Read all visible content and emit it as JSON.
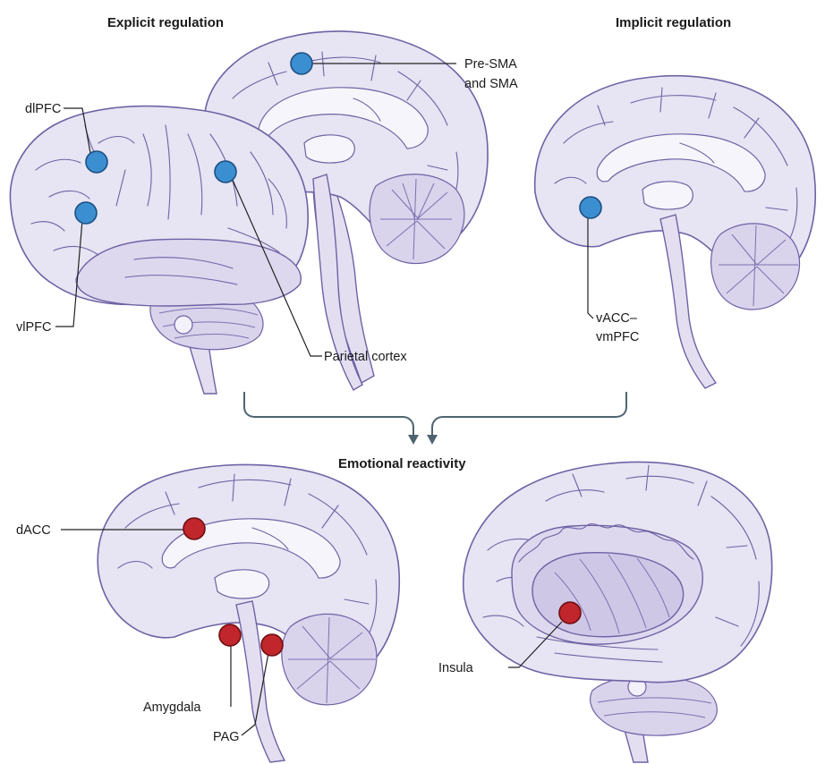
{
  "headings": {
    "explicit": "Explicit regulation",
    "implicit": "Implicit regulation",
    "reactivity": "Emotional reactivity"
  },
  "regions": {
    "dlpfc": "dlPFC",
    "vlpfc": "vlPFC",
    "presma_line1": "Pre-SMA",
    "presma_line2": "and SMA",
    "parietal": "Parietal cortex",
    "vacc_line1": "vACC–",
    "vacc_line2": "vmPFC",
    "dacc": "dACC",
    "amygdala": "Amygdala",
    "pag": "PAG",
    "insula": "Insula"
  },
  "colors": {
    "regulation_marker": "#3b8fd0",
    "reactivity_marker": "#c0262b",
    "brain": "#e7e4f3",
    "outline": "#6f62a4"
  }
}
